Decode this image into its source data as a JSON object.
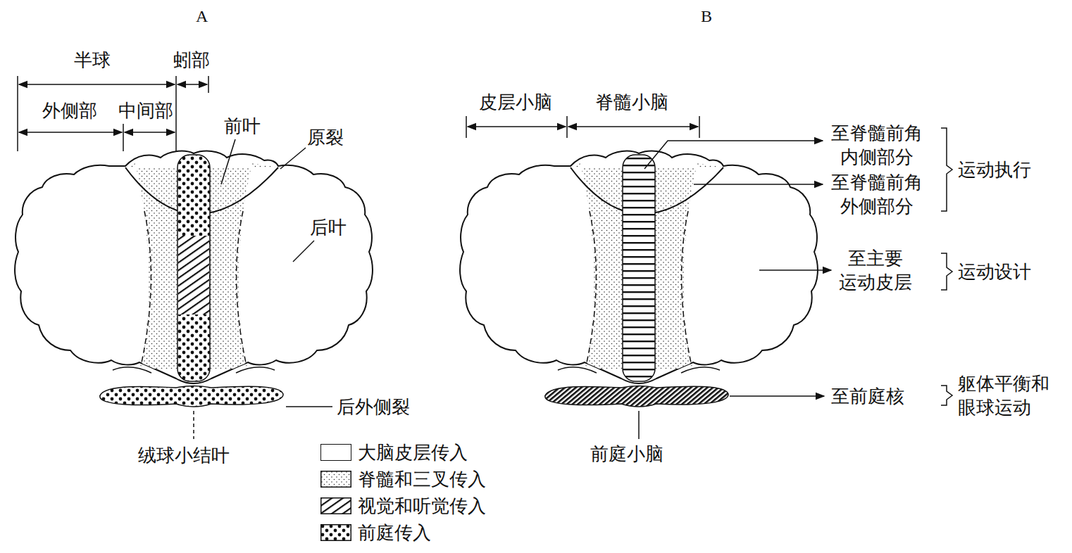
{
  "diagram": {
    "labels": [
      "A",
      "半球",
      "蚓部",
      "外侧部",
      "中间部",
      "前叶",
      "原裂",
      "后叶",
      "后外侧裂",
      "绒球小结叶",
      "B",
      "皮层小脑",
      "脊髓小脑",
      "至脊髓前角 内侧部分",
      "至脊髓前角 外侧部分",
      "运动执行",
      "至主要 运动皮层",
      "运动设计",
      "前庭小脑",
      "至前庭核",
      "躯体平衡和 眼球运动"
    ],
    "legend": [
      {
        "text": "大脑皮层传入",
        "color": "#ffffff"
      },
      {
        "text": "脊髓和三叉传入"
      },
      {
        "text": "视觉和听觉传入"
      },
      {
        "text": "前庭传入"
      }
    ]
  }
}
